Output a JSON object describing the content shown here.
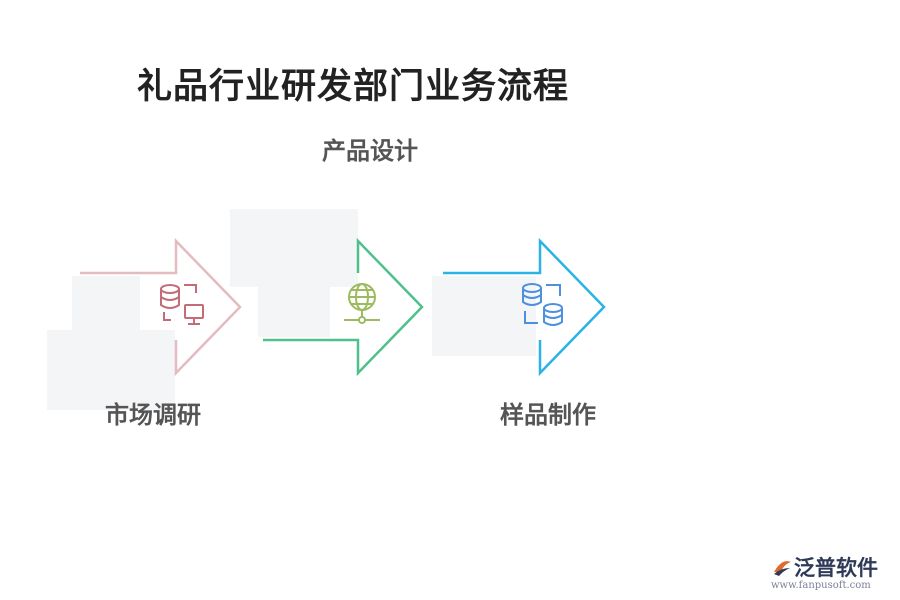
{
  "title": "礼品行业研发部门业务流程",
  "steps": [
    {
      "label": "市场调研",
      "icon": "database-monitor-icon",
      "color": "#e3bcc0",
      "icon_color": "#c46b78"
    },
    {
      "label": "产品设计",
      "icon": "globe-network-icon",
      "color": "#4fc08d",
      "icon_color": "#9cbb5e"
    },
    {
      "label": "样品制作",
      "icon": "database-sync-icon",
      "color": "#29b3e6",
      "icon_color": "#4d90e0"
    }
  ],
  "logo": {
    "name": "泛普软件",
    "url": "www.fanpusoft.com",
    "accent": "#e06a2c"
  }
}
